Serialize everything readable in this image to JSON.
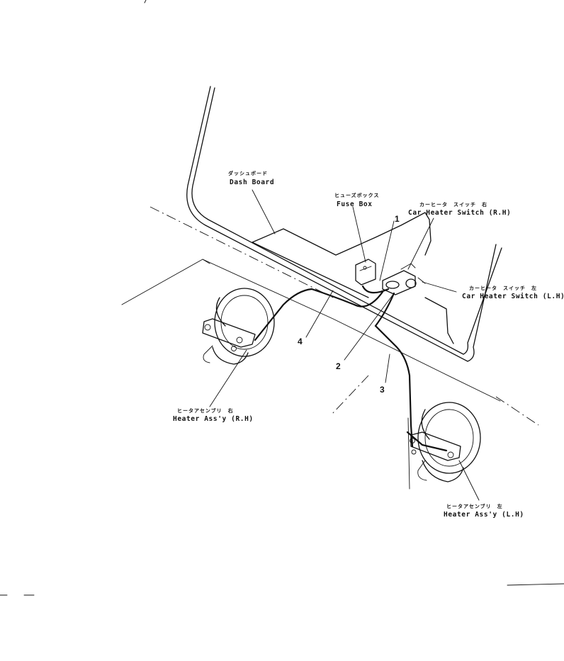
{
  "labels": {
    "dash_board": {
      "jp": "ダッシュボード",
      "en": "Dash Board"
    },
    "fuse_box": {
      "jp": "ヒューズボックス",
      "en": "Fuse Box"
    },
    "switch_rh": {
      "jp": "カーヒータ　スイッチ　右",
      "en": "Car Heater Switch (R.H)"
    },
    "switch_lh": {
      "jp": "カーヒータ　スイッチ　左",
      "en": "Car Heater Switch (L.H)"
    },
    "heater_rh": {
      "jp": "ヒータアセンブリ　右",
      "en": "Heater Ass'y (R.H)"
    },
    "heater_lh": {
      "jp": "ヒータアセンブリ　左",
      "en": "Heater Ass'y (L.H)"
    }
  },
  "callouts": [
    "1",
    "2",
    "3",
    "4"
  ]
}
